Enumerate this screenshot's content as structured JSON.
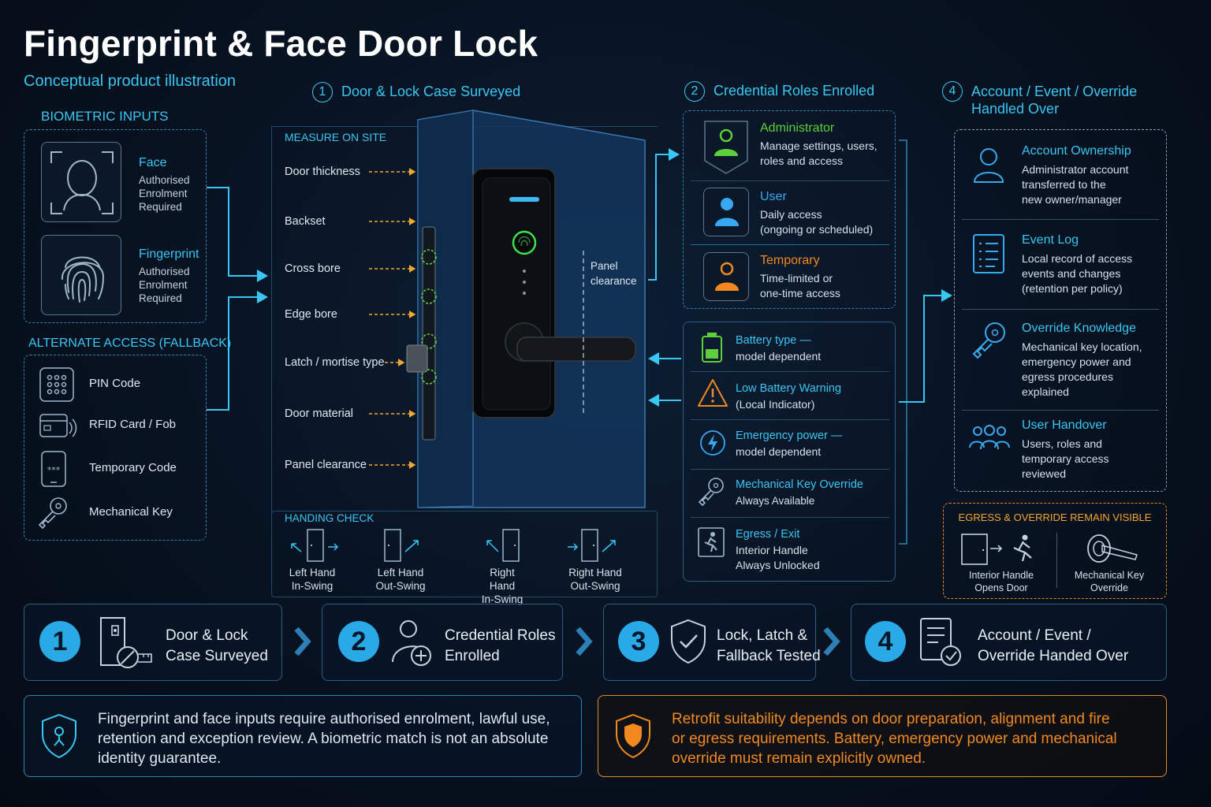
{
  "header": {
    "title": "Fingerprint & Face Door Lock",
    "subtitle": "Conceptual product illustration"
  },
  "biometric": {
    "heading": "BIOMETRIC INPUTS",
    "items": [
      {
        "title": "Face",
        "line1": "Authorised",
        "line2": "Enrolment",
        "line3": "Required"
      },
      {
        "title": "Fingerprint",
        "line1": "Authorised",
        "line2": "Enrolment",
        "line3": "Required"
      }
    ]
  },
  "fallback": {
    "heading": "ALTERNATE ACCESS (FALLBACK)",
    "items": [
      "PIN Code",
      "RFID Card / Fob",
      "Temporary Code",
      "Mechanical Key"
    ]
  },
  "survey": {
    "number": "1",
    "heading": "Door & Lock Case Surveyed",
    "measure_heading": "MEASURE ON SITE",
    "measures": [
      "Door thickness",
      "Backset",
      "Cross bore",
      "Edge bore",
      "Latch / mortise type",
      "Door material",
      "Panel clearance"
    ],
    "panel_label_1": "Panel",
    "panel_label_2": "clearance",
    "handing_heading": "HANDING CHECK",
    "handing": [
      {
        "l1": "Left Hand",
        "l2": "In-Swing"
      },
      {
        "l1": "Left Hand",
        "l2": "Out-Swing"
      },
      {
        "l1": "Right Hand",
        "l2": "In-Swing"
      },
      {
        "l1": "Right Hand",
        "l2": "Out-Swing"
      }
    ]
  },
  "roles": {
    "number": "2",
    "heading": "Credential Roles Enrolled",
    "items": [
      {
        "title": "Administrator",
        "l1": "Manage settings, users,",
        "l2": "roles and access",
        "color": "#5ccf3a"
      },
      {
        "title": "User",
        "l1": "Daily access",
        "l2": "(ongoing or scheduled)",
        "color": "#38a8f0"
      },
      {
        "title": "Temporary",
        "l1": "Time-limited or",
        "l2": "one-time access",
        "color": "#f2891f"
      }
    ]
  },
  "power": {
    "items": [
      {
        "title": "Battery type —",
        "l1": "model dependent"
      },
      {
        "title": "Low Battery Warning",
        "l1": "(Local Indicator)"
      },
      {
        "title": "Emergency power —",
        "l1": "model dependent"
      },
      {
        "title": "Mechanical Key Override",
        "l1": "Always Available"
      },
      {
        "title": "Egress / Exit",
        "l1": "Interior Handle",
        "l2": "Always Unlocked"
      }
    ]
  },
  "handover": {
    "number": "4",
    "heading_1": "Account / Event / Override",
    "heading_2": "Handled Over",
    "items": [
      {
        "title": "Account Ownership",
        "l1": "Administrator account",
        "l2": "transferred to the",
        "l3": "new owner/manager"
      },
      {
        "title": "Event Log",
        "l1": "Local record of access",
        "l2": "events and changes",
        "l3": "(retention per policy)"
      },
      {
        "title": "Override Knowledge",
        "l1": "Mechanical key location,",
        "l2": "emergency power and",
        "l3": "egress procedures",
        "l4": "explained"
      },
      {
        "title": "User Handover",
        "l1": "Users, roles and",
        "l2": "temporary access",
        "l3": "reviewed"
      }
    ],
    "egress_heading": "EGRESS & OVERRIDE REMAIN VISIBLE",
    "egress_a1": "Interior Handle",
    "egress_a2": "Opens Door",
    "egress_b1": "Mechanical Key",
    "egress_b2": "Override"
  },
  "steps": [
    {
      "num": "1",
      "l1": "Door & Lock",
      "l2": "Case Surveyed"
    },
    {
      "num": "2",
      "l1": "Credential Roles",
      "l2": "Enrolled"
    },
    {
      "num": "3",
      "l1": "Lock, Latch &",
      "l2": "Fallback Tested"
    },
    {
      "num": "4",
      "l1": "Account / Event /",
      "l2": "Override Handed Over"
    }
  ],
  "notes": {
    "left_1": "Fingerprint and face inputs require authorised enrolment, lawful use,",
    "left_2": "retention and exception review. A biometric match is not an absolute",
    "left_3": "identity guarantee.",
    "right_1": "Retrofit suitability depends on door preparation, alignment and fire",
    "right_2": "or egress requirements. Battery, emergency power and mechanical",
    "right_3": "override must remain explicitly owned."
  },
  "colors": {
    "accent": "#38c6f2",
    "admin": "#5ccf3a",
    "user": "#38a8f0",
    "temporary": "#f2891f",
    "warning": "#e58a1f"
  }
}
